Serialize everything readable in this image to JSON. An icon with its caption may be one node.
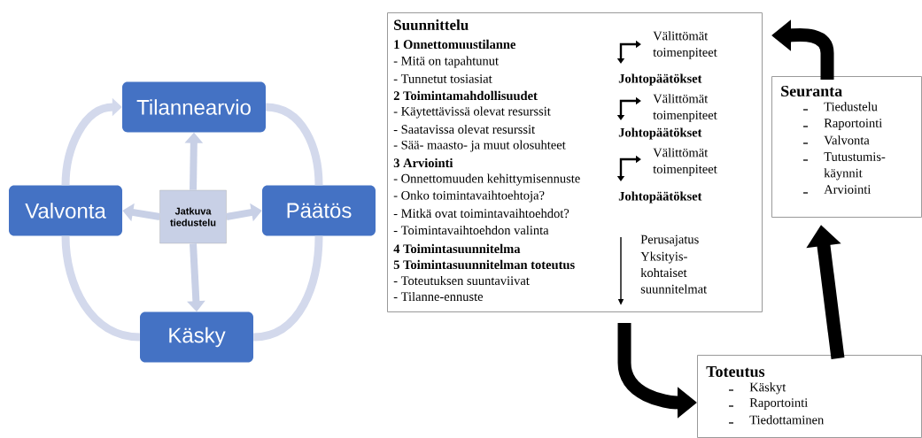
{
  "diagram": {
    "nodes": [
      {
        "text": [
          "Tilannearvio"
        ]
      },
      {
        "text": [
          "Päätös"
        ]
      },
      {
        "text": [
          "Käsky"
        ]
      },
      {
        "text": [
          "Valvonta"
        ]
      },
      {
        "text": [
          "Jatkuva tiedustelu"
        ]
      },
      {
        "text": [
          "Suunnittelu",
          "1 Onnettomuustilanne",
          "- Mitä on tapahtunut",
          "- Tunnetut tosiasiat",
          "2 Toimintamahdollisuudet",
          "- Käytettävissä olevat resurssit",
          "- Saatavissa olevat resurssit",
          "- Sää- maasto- ja muut olosuhteet",
          "3 Arviointi",
          "- Onnettomuuden kehittymisennuste",
          "- Onko toimintavaihtoehtoja?",
          "- Mitkä ovat toimintavaihtoehdot?",
          "- Toimintavaihtoehdon valinta",
          "4 Toimintasuunnitelma",
          "5 Toimintasuunnitelman toteutus",
          "- Toteutuksen suuntaviivat",
          "- Tilanne-ennuste",
          "Välittömät toimenpiteet",
          "Johtopäätökset",
          "Välittömät toimenpiteet",
          "Johtopäätökset",
          "Välittömät toimenpiteet",
          "Johtopäätökset",
          "Perusajatus",
          "Yksityis-kohtaiset suunnitelmat"
        ]
      },
      {
        "text": [
          "Seuranta",
          "Tiedustelu",
          "Raportointi",
          "Valvonta",
          "Tutustumis-käynnit",
          "Arviointi"
        ]
      },
      {
        "text": [
          "Toteutus",
          "Käskyt",
          "Raportointi",
          "Tiedottaminen"
        ]
      }
    ],
    "edges": [
      {
        "from": 0,
        "to": 1,
        "arrow": "none"
      },
      {
        "from": 1,
        "to": 2,
        "arrow": "none"
      },
      {
        "from": 2,
        "to": 3,
        "arrow": "none"
      },
      {
        "from": 3,
        "to": 0,
        "arrow": "to"
      },
      {
        "from": 4,
        "to": 0,
        "arrow": "to"
      },
      {
        "from": 4,
        "to": 1,
        "arrow": "to"
      },
      {
        "from": 4,
        "to": 2,
        "arrow": "to"
      },
      {
        "from": 4,
        "to": 3,
        "arrow": "to"
      },
      {
        "from": 5,
        "to": 7,
        "arrow": "to",
        "color": "#000000"
      },
      {
        "from": 7,
        "to": 6,
        "arrow": "to",
        "color": "#000000"
      },
      {
        "from": 6,
        "to": 5,
        "arrow": "to",
        "color": "#000000"
      }
    ]
  }
}
